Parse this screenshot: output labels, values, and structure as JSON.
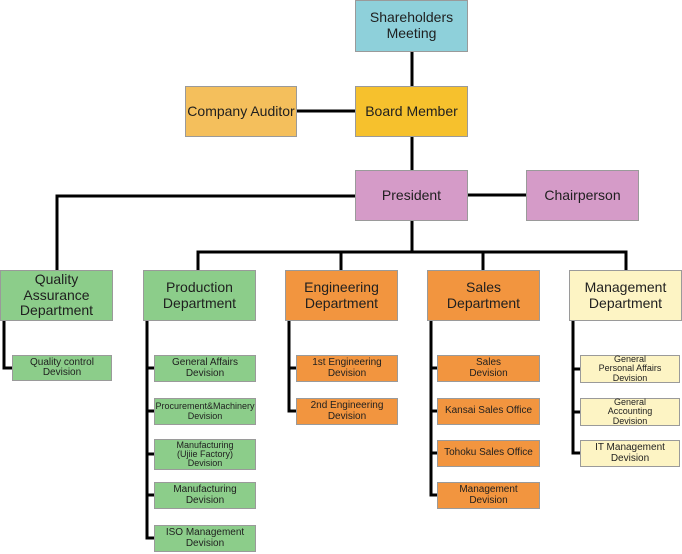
{
  "colors": {
    "line": "#000000",
    "shareholders": "#8ed0da",
    "board": "#f6c12d",
    "auditor": "#f4bf5c",
    "executive": "#d59bc8",
    "quality_production": "#8ccd8a",
    "engineering_sales": "#f2953f",
    "management": "#fdf4c4"
  },
  "top": {
    "shareholders": "Shareholders\nMeeting",
    "company_auditor": "Company Auditor",
    "board_member": "Board Member",
    "president": "President",
    "chairperson": "Chairperson"
  },
  "departments": [
    {
      "name": "Quality Assurance\nDepartment",
      "divisions": [
        "Quality control\nDevision"
      ]
    },
    {
      "name": "Production\nDepartment",
      "divisions": [
        "General Affairs\nDevision",
        "Procurement&Machinery\nDevision",
        "Manufacturing\n(Ujiie Factory)\nDevision",
        "Manufacturing\nDevision",
        "ISO Management\nDevision"
      ]
    },
    {
      "name": "Engineering\nDepartment",
      "divisions": [
        "1st Engineering\nDevision",
        "2nd Engineering\nDevision"
      ]
    },
    {
      "name": "Sales\nDepartment",
      "divisions": [
        "Sales\nDevision",
        "Kansai Sales Office",
        "Tohoku Sales Office",
        "Management\nDevision"
      ]
    },
    {
      "name": "Management\nDepartment",
      "divisions": [
        "General\nPersonal Affairs\nDevision",
        "General\nAccounting\nDevision",
        "IT Management\nDevision"
      ]
    }
  ]
}
